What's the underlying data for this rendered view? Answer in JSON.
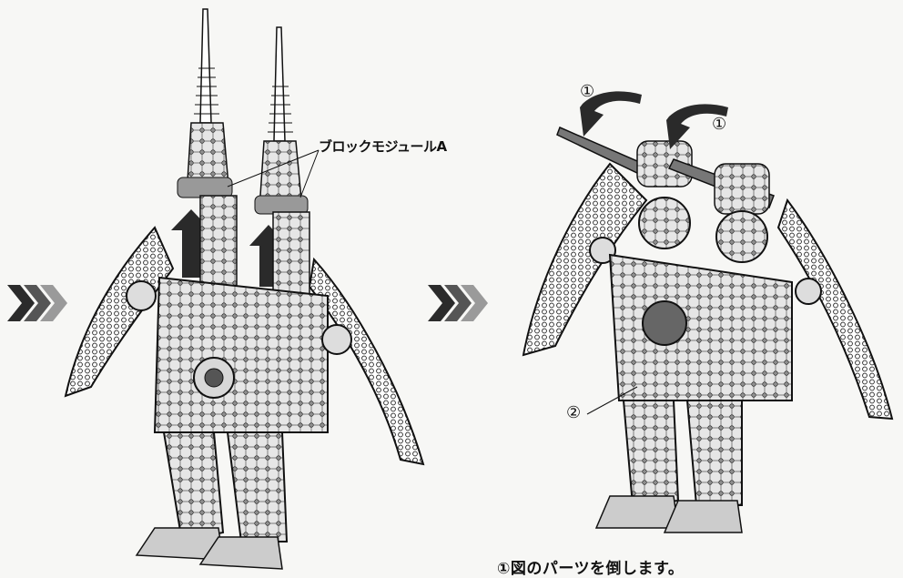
{
  "callouts": {
    "block_module": "ブロックモジュールA"
  },
  "step_labels": {
    "arrow_left": "①",
    "arrow_right": "①",
    "part_2": "②"
  },
  "caption": {
    "text": "①図のパーツを倒します。"
  },
  "icons": [
    "triple-chevron-icon",
    "up-arrow-icon",
    "curved-down-arrow-icon"
  ],
  "colors": {
    "ink": "#1a1a1a",
    "arrow_fill": "#2a2a2a",
    "chevron_dark": "#2b2b2b",
    "chevron_light": "#9a9a9a",
    "paper": "#f7f7f5"
  }
}
